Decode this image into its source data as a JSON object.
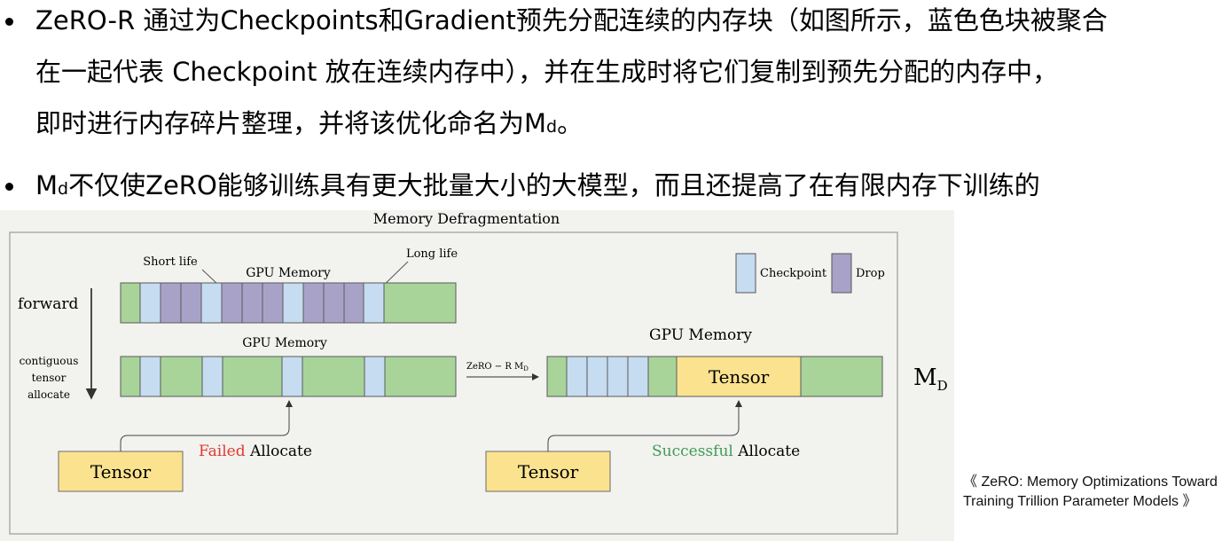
{
  "bullets": [
    {
      "lines": [
        {
          "text": "ZeRO-R 通过为Checkpoints和Gradient预先分配连续的内存块（如图所示，蓝色色块被聚合"
        },
        {
          "text": "在一起代表 Checkpoint 放在连续内存中），并在生成时将它们复制到预先分配的内存中，"
        },
        {
          "pre": "即时进行内存碎片整理，并将该优化命名为M",
          "sub": "d",
          "post": "。"
        }
      ]
    },
    {
      "lines": [
        {
          "pre": "M",
          "sub": "d",
          "post": "不仅使ZeRO能够训练具有更大批量大小的大模型，而且还提高了在有限内存下训练的"
        }
      ]
    }
  ],
  "figure": {
    "title": "Memory Defragmentation",
    "left_top_label": "GPU Memory",
    "left_bottom_label": "GPU Memory",
    "right_label": "GPU Memory",
    "short_life": "Short life",
    "long_life": "Long life",
    "forward": "forward",
    "contiguous": [
      "contiguous",
      "tensor",
      "allocate"
    ],
    "legend": {
      "checkpoint": "Checkpoint",
      "drop": "Drop"
    },
    "arrow_label": "ZeRO − R M",
    "arrow_label_sub": "D",
    "right_tensor": "Tensor",
    "tensor_left": "Tensor",
    "tensor_right": "Tensor",
    "failed_word": "Failed",
    "successful_word": "Successful",
    "allocate_word": "Allocate",
    "md_label": "M",
    "md_sub": "D",
    "colors": {
      "green": "#a8d49a",
      "blue": "#c6dcf0",
      "purple": "#a9a2c8",
      "tensor": "#fbe28f",
      "failed": "#e03a2f",
      "successful": "#3f9a55"
    }
  },
  "citation": "《 ZeRO: Memory Optimizations Toward Training Trillion Parameter Models 》"
}
